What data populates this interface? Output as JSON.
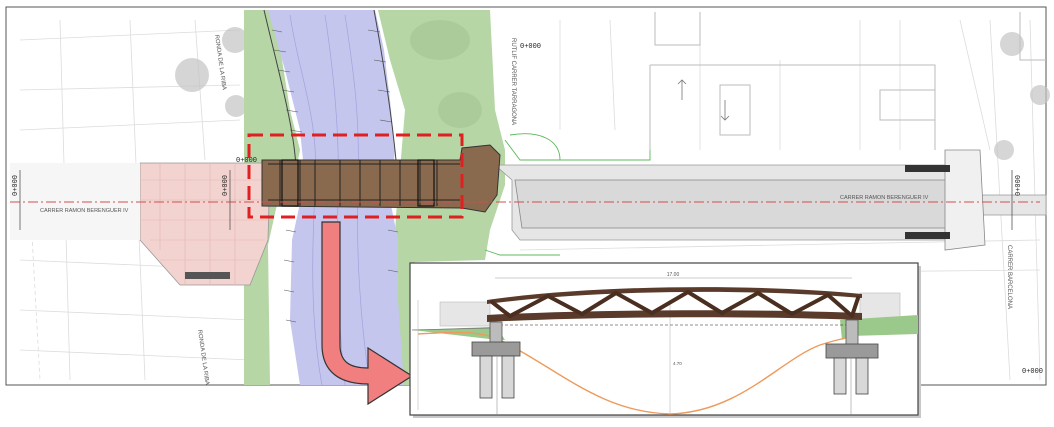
{
  "plan": {
    "street_labels": {
      "ronda_top": "RONDA DE LA RIBA",
      "ronda_bottom": "RONDA DE LA RIBA",
      "tarragona": "RUTLIF CARRER TARRAGONA",
      "barcelona": "CARRER BARCELONA",
      "berenguer_left": "CARRER RAMON BERENGUER IV",
      "berenguer_right": "CARRER RAMON BERENGUER IV"
    },
    "chainage": {
      "left_edge": "0+000",
      "left_of_bridge": "0+000",
      "bridge_end": "0+000",
      "top_right": "0+000",
      "right_edge": "0+000",
      "bottom_right": "0+000"
    }
  },
  "section": {
    "span_label": "17.00",
    "depth_label": "4.70"
  },
  "colors": {
    "highlight_box": "#e02020",
    "arrow": "#f27f7f",
    "bridge_deck": "#8a6a4e",
    "river": "#c4c6ee",
    "bank_green": "#b6d6a6",
    "road_grey": "#e6e6e6",
    "plaza_pink": "#f2d3cf",
    "terrain_line": "#ee9a5c"
  },
  "icons": [
    "callout-arrow-icon",
    "north-arrow-icon"
  ]
}
